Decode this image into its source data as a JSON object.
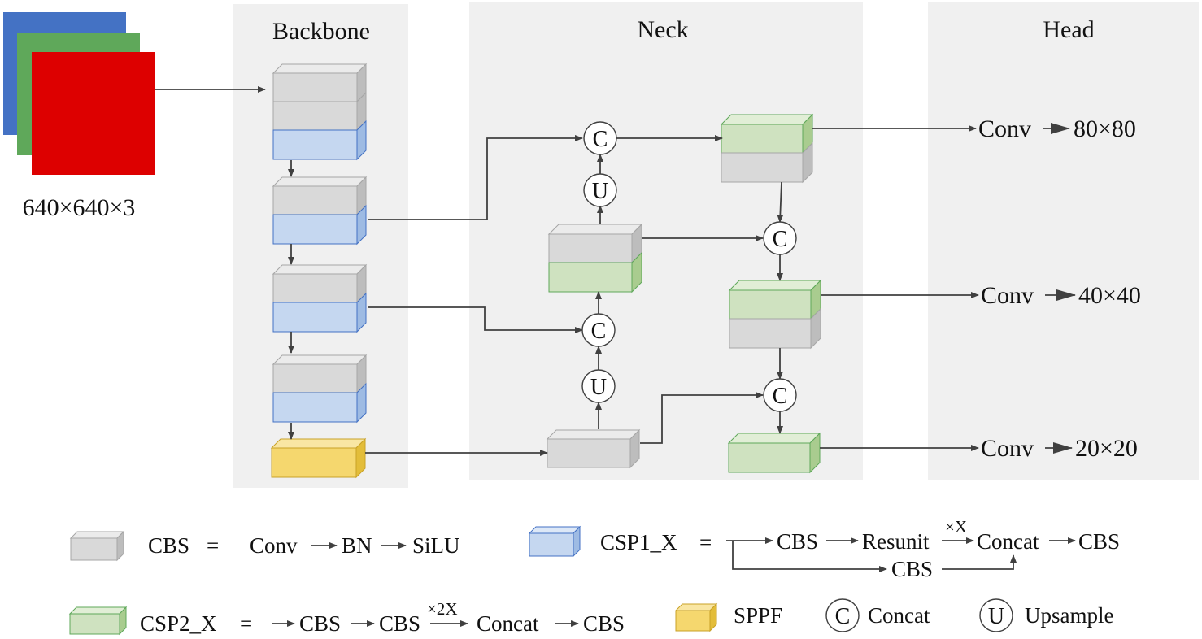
{
  "input": {
    "size_label": "640×640×3",
    "channel_colors": [
      "#4472c4",
      "#5fa85a",
      "#dd0000"
    ]
  },
  "sections": {
    "backbone": "Backbone",
    "neck": "Neck",
    "head": "Head"
  },
  "nodes": {
    "concat": "C",
    "upsample": "U"
  },
  "head_outputs": [
    {
      "conv": "Conv",
      "size": "80×80"
    },
    {
      "conv": "Conv",
      "size": "40×40"
    },
    {
      "conv": "Conv",
      "size": "20×20"
    }
  ],
  "legend": {
    "cbs": {
      "name": "CBS",
      "eq": "=",
      "conv": "Conv",
      "bn": "BN",
      "silu": "SiLU"
    },
    "csp1": {
      "name": "CSP1_X",
      "eq": "=",
      "cbs_a": "CBS",
      "resunit": "Resunit",
      "times": "×X",
      "concat": "Concat",
      "cbs_b": "CBS",
      "cbs_c": "CBS"
    },
    "csp2": {
      "name": "CSP2_X",
      "eq": "=",
      "cbs_a": "CBS",
      "cbs_b": "CBS",
      "times": "×2X",
      "concat": "Concat",
      "cbs_c": "CBS"
    },
    "sppf": {
      "name": "SPPF"
    },
    "concat": {
      "symbol": "C",
      "name": "Concat"
    },
    "upsample": {
      "symbol": "U",
      "name": "Upsample"
    }
  },
  "colors": {
    "cbs_gray": "#d9d9d9",
    "csp1_blue": "#c5d7f0",
    "csp2_green": "#cfe2c0",
    "sppf_yellow": "#f5d76e",
    "panel": "#f0f0f0"
  }
}
